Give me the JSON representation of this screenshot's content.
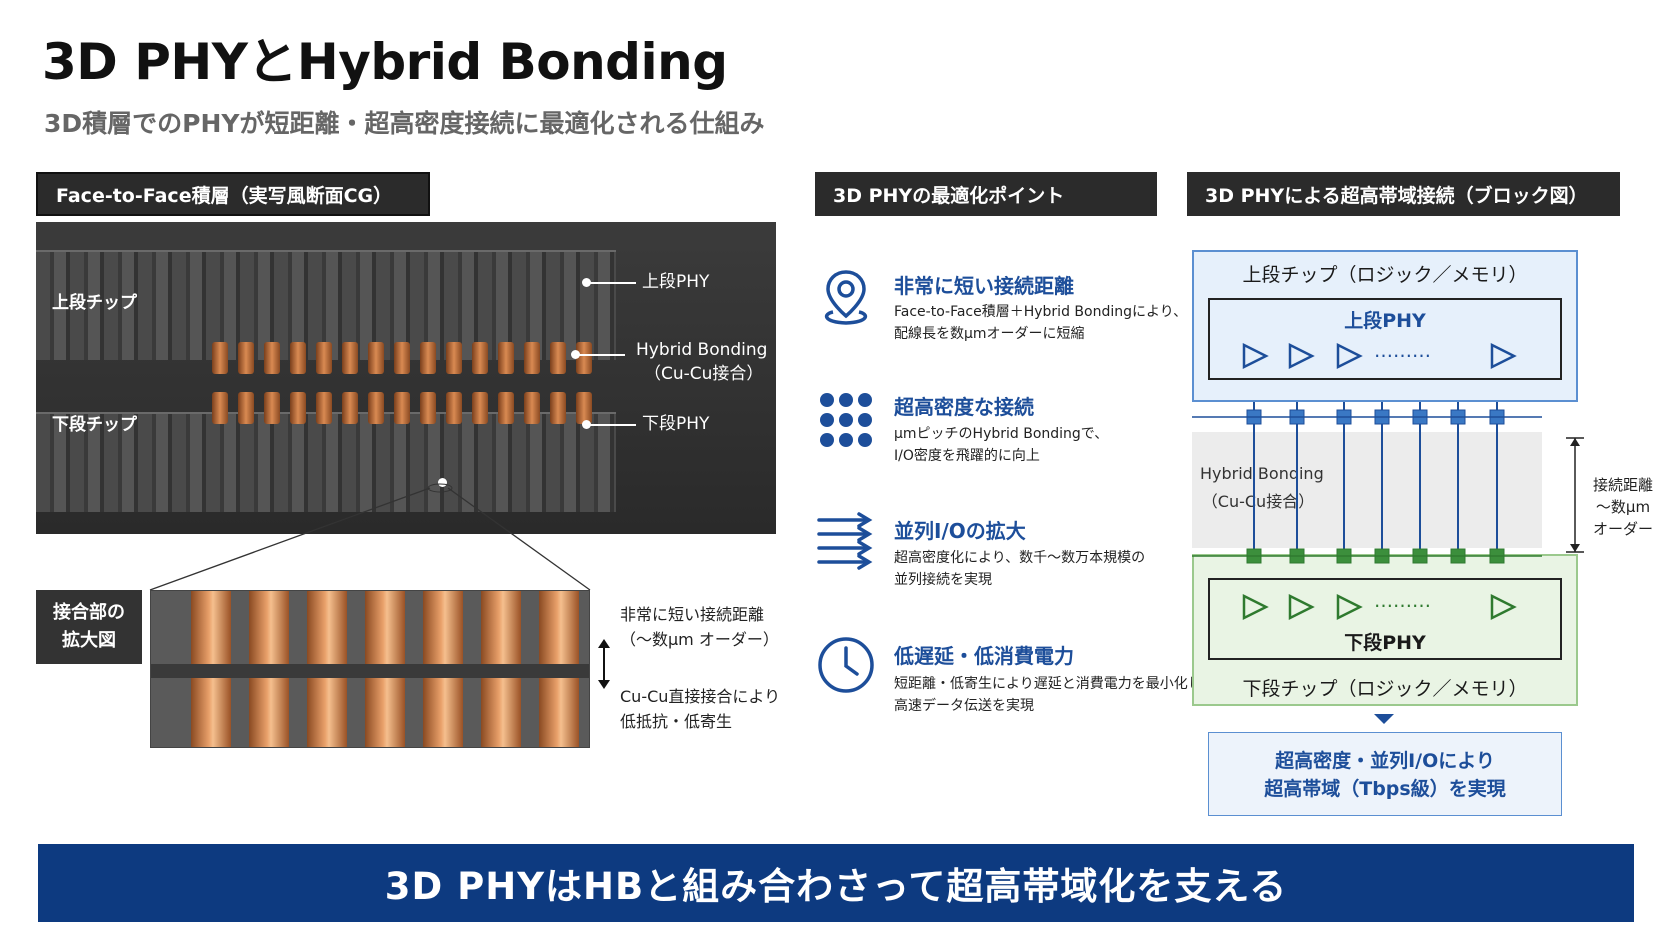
{
  "title": "3D PHYとHybrid Bonding",
  "subtitle": "3D積層でのPHYが短距離・超高密度接続に最適化される仕組み",
  "sections": {
    "left": "Face-to-Face積層（実写風断面CG）",
    "middle": "3D PHYの最適化ポイント",
    "right": "3D PHYによる超高帯域接続（ブロック図）"
  },
  "cg": {
    "upper_chip": "上段チップ",
    "lower_chip": "下段チップ",
    "upper_phy": "上段PHY",
    "hb_line1": "Hybrid Bonding",
    "hb_line2": "（Cu-Cu接合）",
    "lower_phy": "下段PHY"
  },
  "zoom": {
    "label_line1": "接合部の",
    "label_line2": "拡大図",
    "note1_line1": "非常に短い接続距離",
    "note1_line2": "（〜数μm オーダー）",
    "note2_line1": "Cu-Cu直接接合により",
    "note2_line2": "低抵抗・低寄生"
  },
  "points": [
    {
      "icon": "location-pin-icon",
      "title": "非常に短い接続距離",
      "desc1": "Face-to-Face積層＋Hybrid Bondingにより、",
      "desc2": "配線長を数μmオーダーに短縮"
    },
    {
      "icon": "dot-grid-icon",
      "title": "超高密度な接続",
      "desc1": "μmピッチのHybrid Bondingで、",
      "desc2": "I/O密度を飛躍的に向上"
    },
    {
      "icon": "parallel-arrows-icon",
      "title": "並列I/Oの拡大",
      "desc1": "超高密度化により、数千〜数万本規模の",
      "desc2": "並列接続を実現"
    },
    {
      "icon": "clock-icon",
      "title": "低遅延・低消費電力",
      "desc1": "短距離・低寄生により遅延と消費電力を最小化し、",
      "desc2": "高速データ伝送を実現"
    }
  ],
  "block": {
    "upper_chip": "上段チップ（ロジック／メモリ）",
    "upper_phy": "上段PHY",
    "dots": "………",
    "hb_line1": "Hybrid Bonding",
    "hb_line2": "（Cu-Cu接合）",
    "dist_line1": "接続距離",
    "dist_line2": "〜数μm",
    "dist_line3": "オーダー",
    "lower_phy": "下段PHY",
    "lower_chip": "下段チップ（ロジック／メモリ）",
    "result_line1": "超高密度・並列I/Oにより",
    "result_line2": "超高帯域（Tbps級）を実現"
  },
  "colors": {
    "accent_blue": "#1d4e9a",
    "upper_fill": "#e6f0fb",
    "lower_fill": "#e9f4e4",
    "lower_green": "#2f7a2f",
    "bottom_bar": "#0d3a80"
  },
  "bottom_banner": "3D PHYはHBと組み合わさって超高帯域化を支える"
}
